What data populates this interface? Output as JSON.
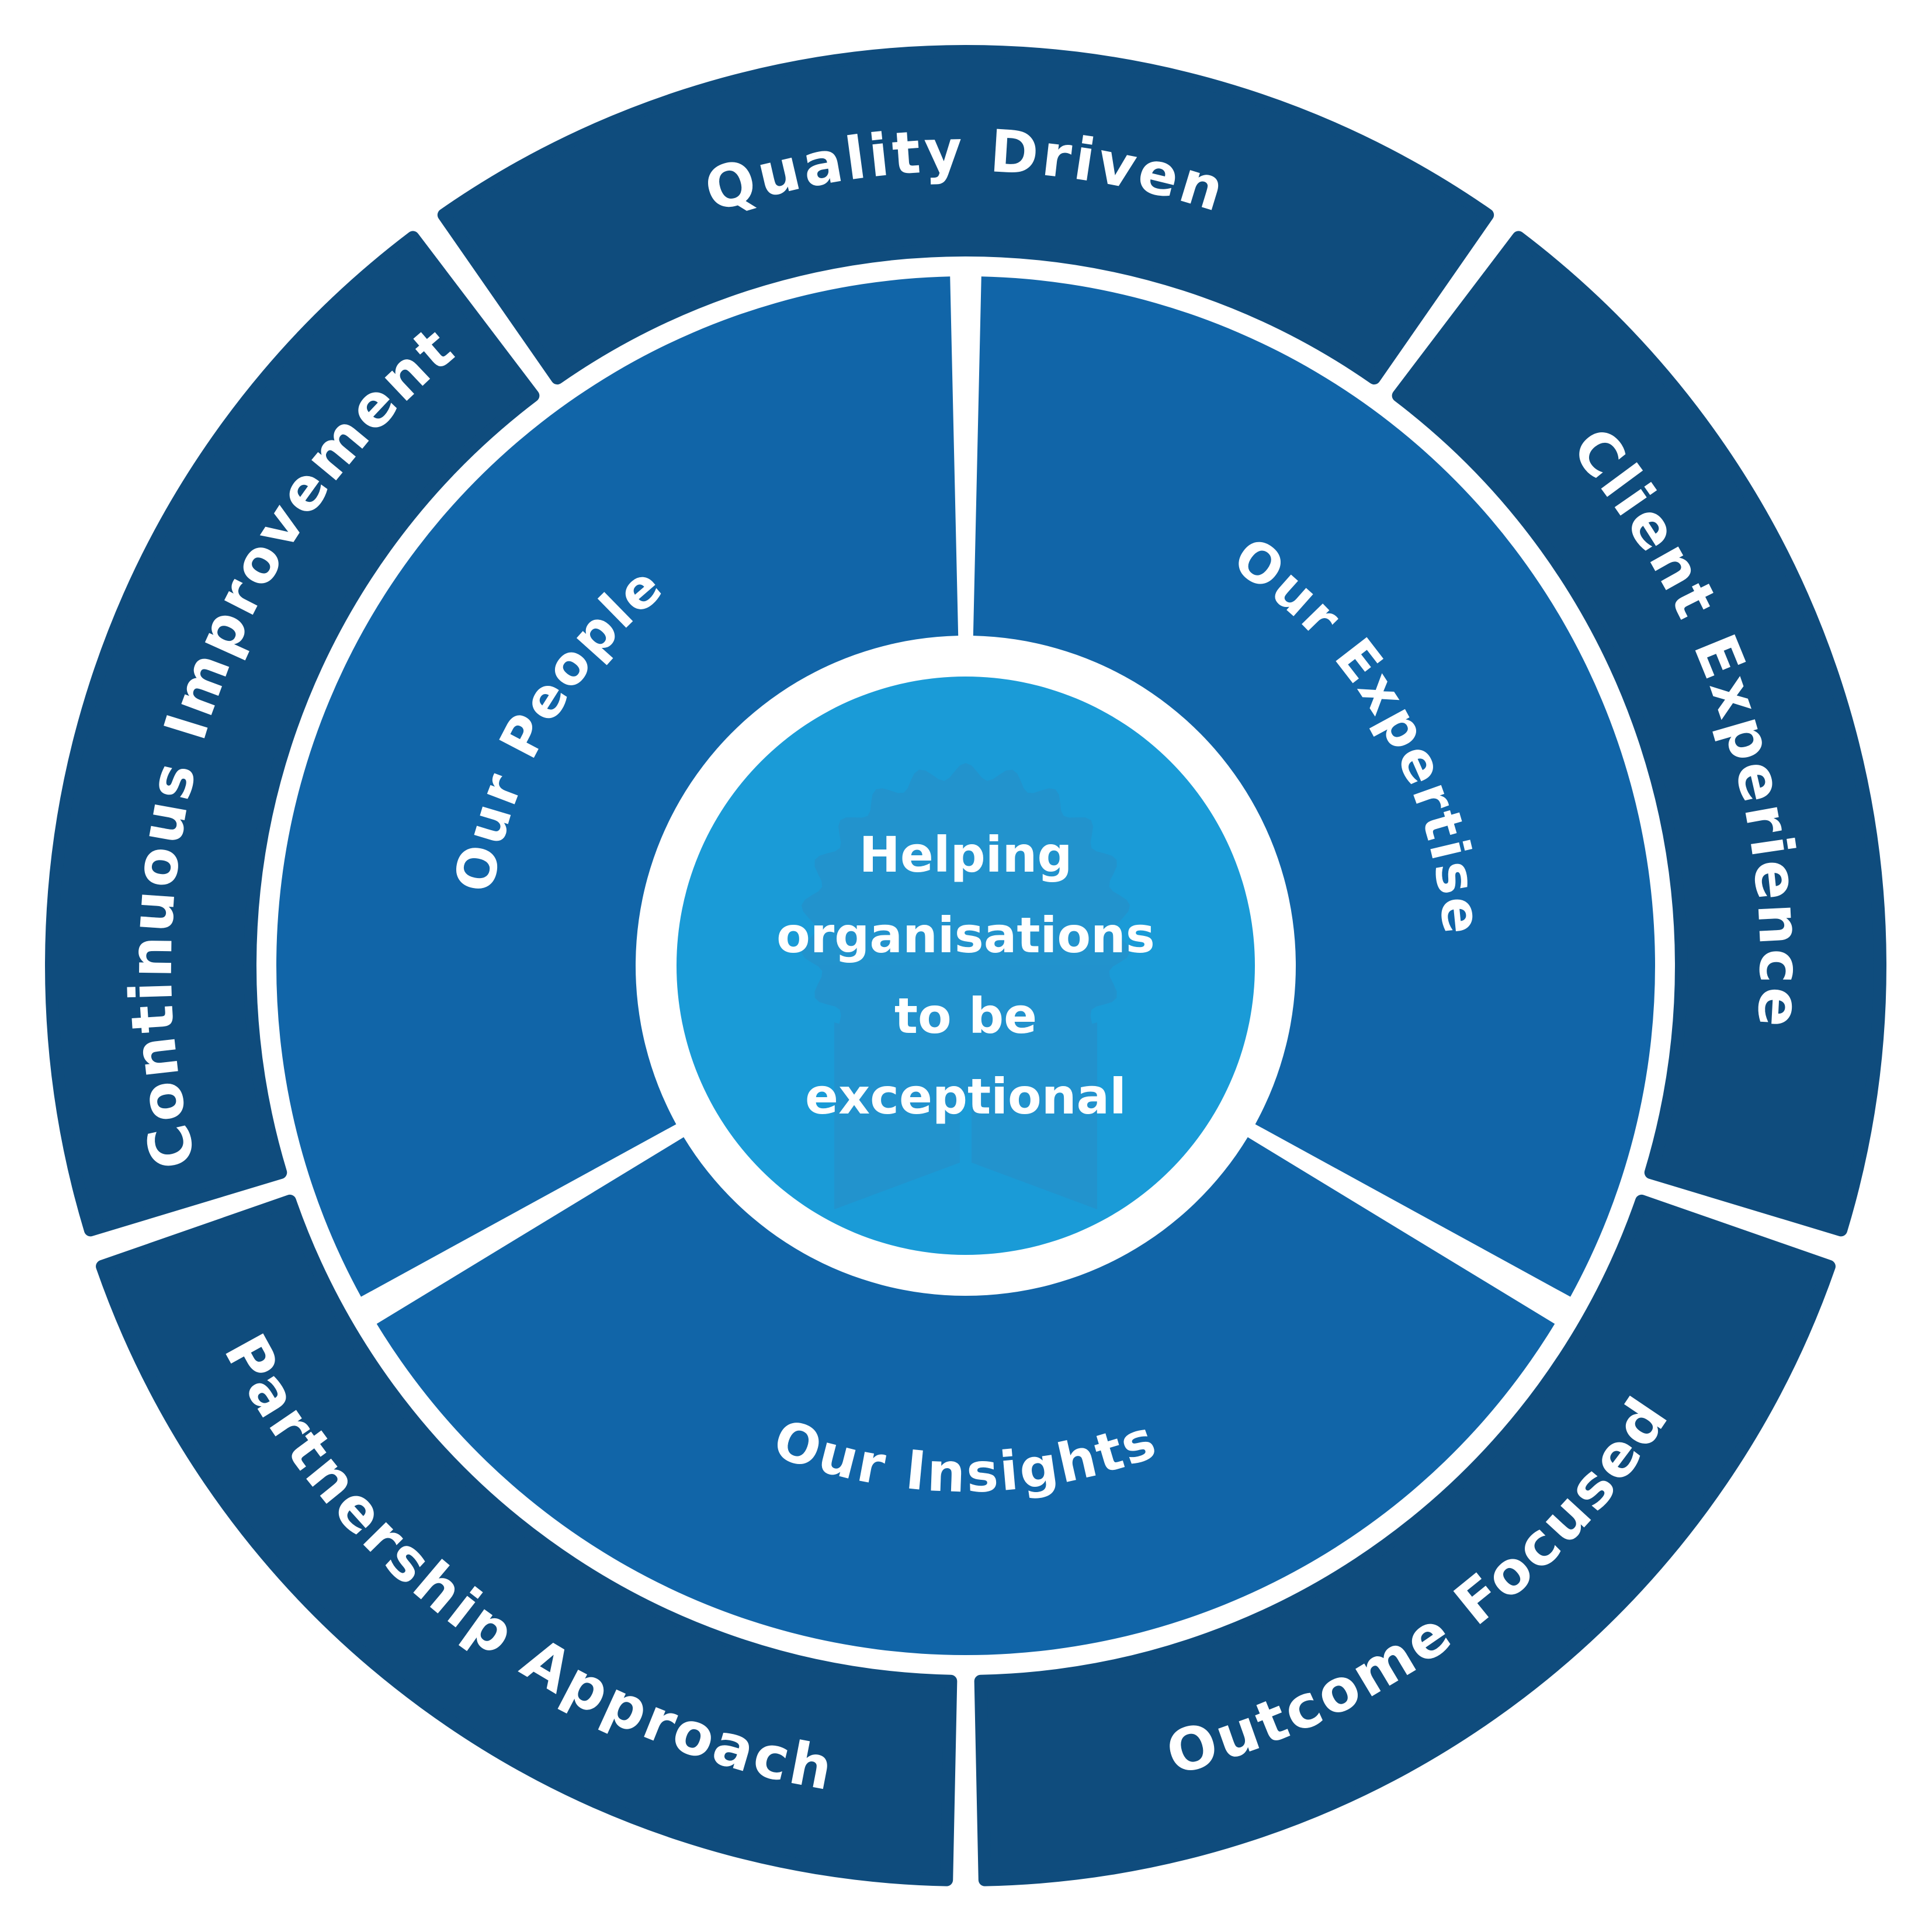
{
  "colors": {
    "outer_ring": "#0f4c7d",
    "inner_segments": "#1165a8",
    "center_circle": "#1a9bd7",
    "center_watermark": "#2a8cc5",
    "separator": "#ffffff",
    "text": "#ffffff"
  },
  "outer_ring": {
    "segments": [
      {
        "label": "Quality Driven"
      },
      {
        "label": "Client Experience"
      },
      {
        "label": "Outcome Focused"
      },
      {
        "label": "Partnership Approach"
      },
      {
        "label": "Continuous Improvement"
      }
    ]
  },
  "pillars": {
    "segments": [
      {
        "label": "Our Expertise"
      },
      {
        "label": "Our Insights"
      },
      {
        "label": "Our People"
      }
    ]
  },
  "center": {
    "lines": [
      "Helping",
      "organisations",
      "to be",
      "exceptional"
    ],
    "watermark_icon": "rosette-ribbon-icon"
  }
}
